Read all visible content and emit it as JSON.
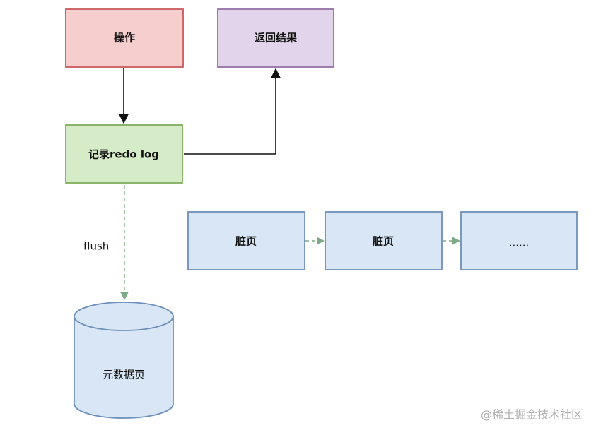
{
  "nodes": {
    "operation": "操作",
    "return_result": "返回结果",
    "record_redo_log": "记录redo log",
    "dirty_page_1": "脏页",
    "dirty_page_2": "脏页",
    "more_pages": "......",
    "metadata_page": "元数据页"
  },
  "labels": {
    "flush": "flush"
  },
  "watermark": "@稀土掘金技术社区",
  "colors": {
    "operation_fill": "#f7cece",
    "operation_stroke": "#c85a5a",
    "result_fill": "#e2d4ea",
    "result_stroke": "#9670a8",
    "redo_fill": "#d6ecc8",
    "redo_stroke": "#7fae5c",
    "page_fill": "#d8e6f6",
    "page_stroke": "#6d8fb9",
    "dashed_arrow": "#7daa86"
  }
}
